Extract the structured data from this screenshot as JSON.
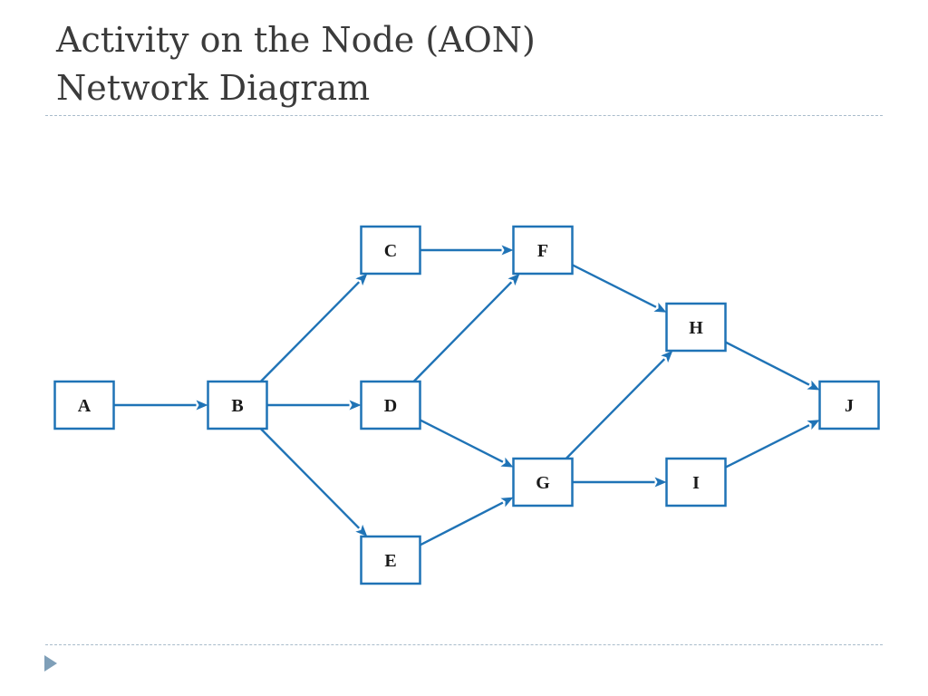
{
  "slide": {
    "title_line1": "Activity on the Node (AON)",
    "title_line2": "Network Diagram"
  },
  "diagram": {
    "type": "activity-on-node network",
    "line_color": "#1f73b6",
    "nodes": [
      {
        "id": "A",
        "label": "A"
      },
      {
        "id": "B",
        "label": "B"
      },
      {
        "id": "C",
        "label": "C"
      },
      {
        "id": "D",
        "label": "D"
      },
      {
        "id": "E",
        "label": "E"
      },
      {
        "id": "F",
        "label": "F"
      },
      {
        "id": "G",
        "label": "G"
      },
      {
        "id": "H",
        "label": "H"
      },
      {
        "id": "I",
        "label": "I"
      },
      {
        "id": "J",
        "label": "J"
      }
    ],
    "edges": [
      {
        "from": "A",
        "to": "B"
      },
      {
        "from": "B",
        "to": "C"
      },
      {
        "from": "B",
        "to": "D"
      },
      {
        "from": "B",
        "to": "E"
      },
      {
        "from": "C",
        "to": "F"
      },
      {
        "from": "D",
        "to": "F"
      },
      {
        "from": "D",
        "to": "G"
      },
      {
        "from": "E",
        "to": "G"
      },
      {
        "from": "F",
        "to": "H"
      },
      {
        "from": "G",
        "to": "H"
      },
      {
        "from": "G",
        "to": "I"
      },
      {
        "from": "H",
        "to": "J"
      },
      {
        "from": "I",
        "to": "J"
      }
    ]
  },
  "footer": {
    "marker_icon": "triangle-bullet-icon",
    "marker_color": "#7f9fb8"
  }
}
